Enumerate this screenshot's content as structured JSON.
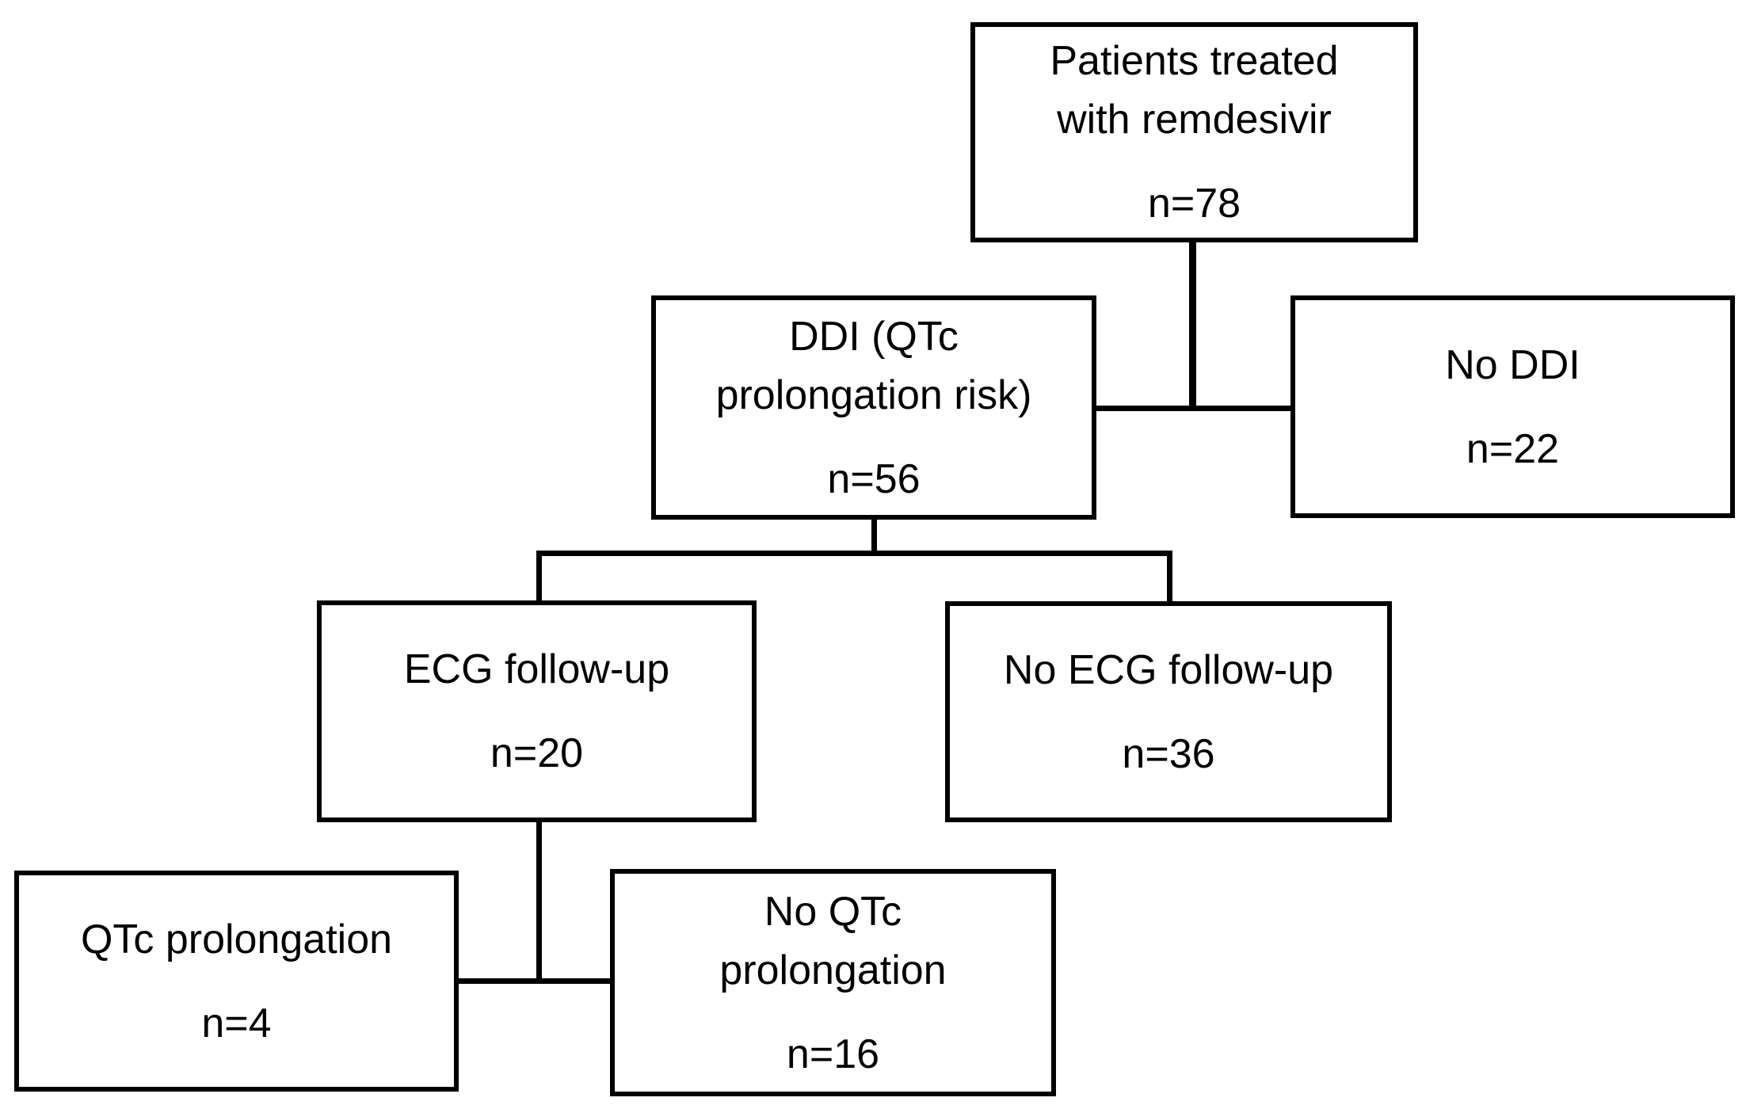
{
  "diagram": {
    "type": "flowchart",
    "nodes": [
      {
        "id": "patients",
        "label": "Patients treated\nwith remdesivir",
        "n": "n=78"
      },
      {
        "id": "ddi",
        "label": "DDI (QTc\nprolongation risk)",
        "n": "n=56"
      },
      {
        "id": "no_ddi",
        "label": "No DDI",
        "n": "n=22"
      },
      {
        "id": "ecg_followup",
        "label": "ECG follow-up",
        "n": "n=20"
      },
      {
        "id": "no_ecg_followup",
        "label": "No ECG follow-up",
        "n": "n=36"
      },
      {
        "id": "qtc_prolongation",
        "label": "QTc prolongation",
        "n": "n=4"
      },
      {
        "id": "no_qtc_prolongation",
        "label": "No QTc\nprolongation",
        "n": "n=16"
      }
    ],
    "edges": [
      {
        "from": "patients",
        "to": "ddi"
      },
      {
        "from": "patients",
        "to": "no_ddi"
      },
      {
        "from": "ddi",
        "to": "ecg_followup"
      },
      {
        "from": "ddi",
        "to": "no_ecg_followup"
      },
      {
        "from": "ecg_followup",
        "to": "qtc_prolongation"
      },
      {
        "from": "ecg_followup",
        "to": "no_qtc_prolongation"
      }
    ],
    "colors": {
      "line": "#000000",
      "background": "#ffffff",
      "text": "#000000"
    }
  }
}
